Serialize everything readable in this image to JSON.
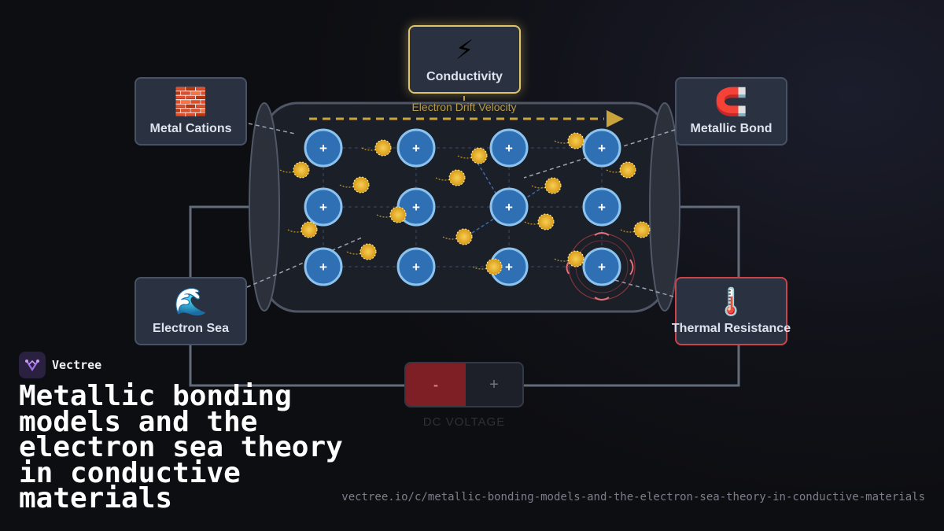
{
  "cards": {
    "conductivity": {
      "icon": "⚡",
      "label": "Conductivity"
    },
    "metal_cations": {
      "icon": "🧱",
      "label": "Metal Cations"
    },
    "metallic_bond": {
      "icon": "🧲",
      "label": "Metallic Bond"
    },
    "electron_sea": {
      "icon": "🌊",
      "label": "Electron Sea"
    },
    "thermal_resistance": {
      "icon": "🌡️",
      "label": "Thermal Resistance"
    }
  },
  "drift_label": "Electron Drift Velocity",
  "cation_symbol": "+",
  "battery": {
    "negative": "-",
    "positive": "+",
    "label": "DC VOLTAGE"
  },
  "brand": {
    "name": "Vectree"
  },
  "title": "Metallic bonding models and the electron sea theory in conductive materials",
  "url": "vectree.io/c/metallic-bonding-models-and-the-electron-sea-theory-in-conductive-materials",
  "colors": {
    "cation": "#2f6fb3",
    "cation_border": "#8cc3ee",
    "electron": "#e8b230",
    "accent_active": "#e0c46a",
    "accent_alert": "#c9444b",
    "wire": "#646b79"
  }
}
